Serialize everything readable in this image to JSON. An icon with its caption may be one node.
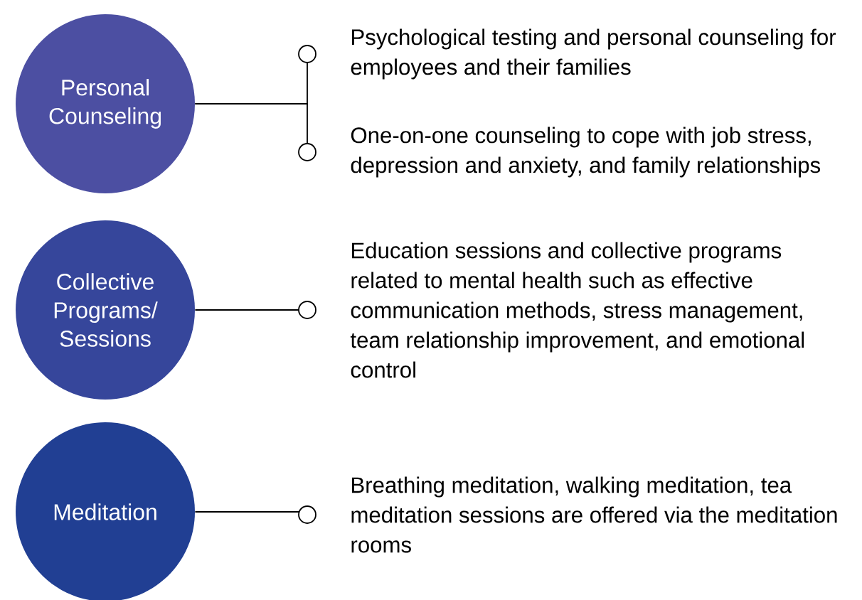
{
  "diagram": {
    "nodes": [
      {
        "text": [
          "Personal Counseling"
        ]
      },
      {
        "text": [
          "Psychological testing and personal counseling for employees and their families"
        ]
      },
      {
        "text": [
          "One-on-one counseling to cope with job stress, depression and anxiety, and family relationships"
        ]
      },
      {
        "text": [
          "Collective Programs/ Sessions"
        ]
      },
      {
        "text": [
          "Education sessions and collective programs related to mental health such as effective communication methods, stress management, team relationship improvement, and emotional control"
        ]
      },
      {
        "text": [
          "Meditation"
        ]
      },
      {
        "text": [
          "Breathing meditation, walking meditation, tea meditation sessions are offered via the meditation rooms"
        ]
      }
    ],
    "edges": [
      {
        "from": 0,
        "to": 1,
        "arrow": "other"
      },
      {
        "from": 0,
        "to": 2,
        "arrow": "other"
      },
      {
        "from": 3,
        "to": 4,
        "arrow": "other"
      },
      {
        "from": 5,
        "to": 6,
        "arrow": "other"
      }
    ]
  }
}
